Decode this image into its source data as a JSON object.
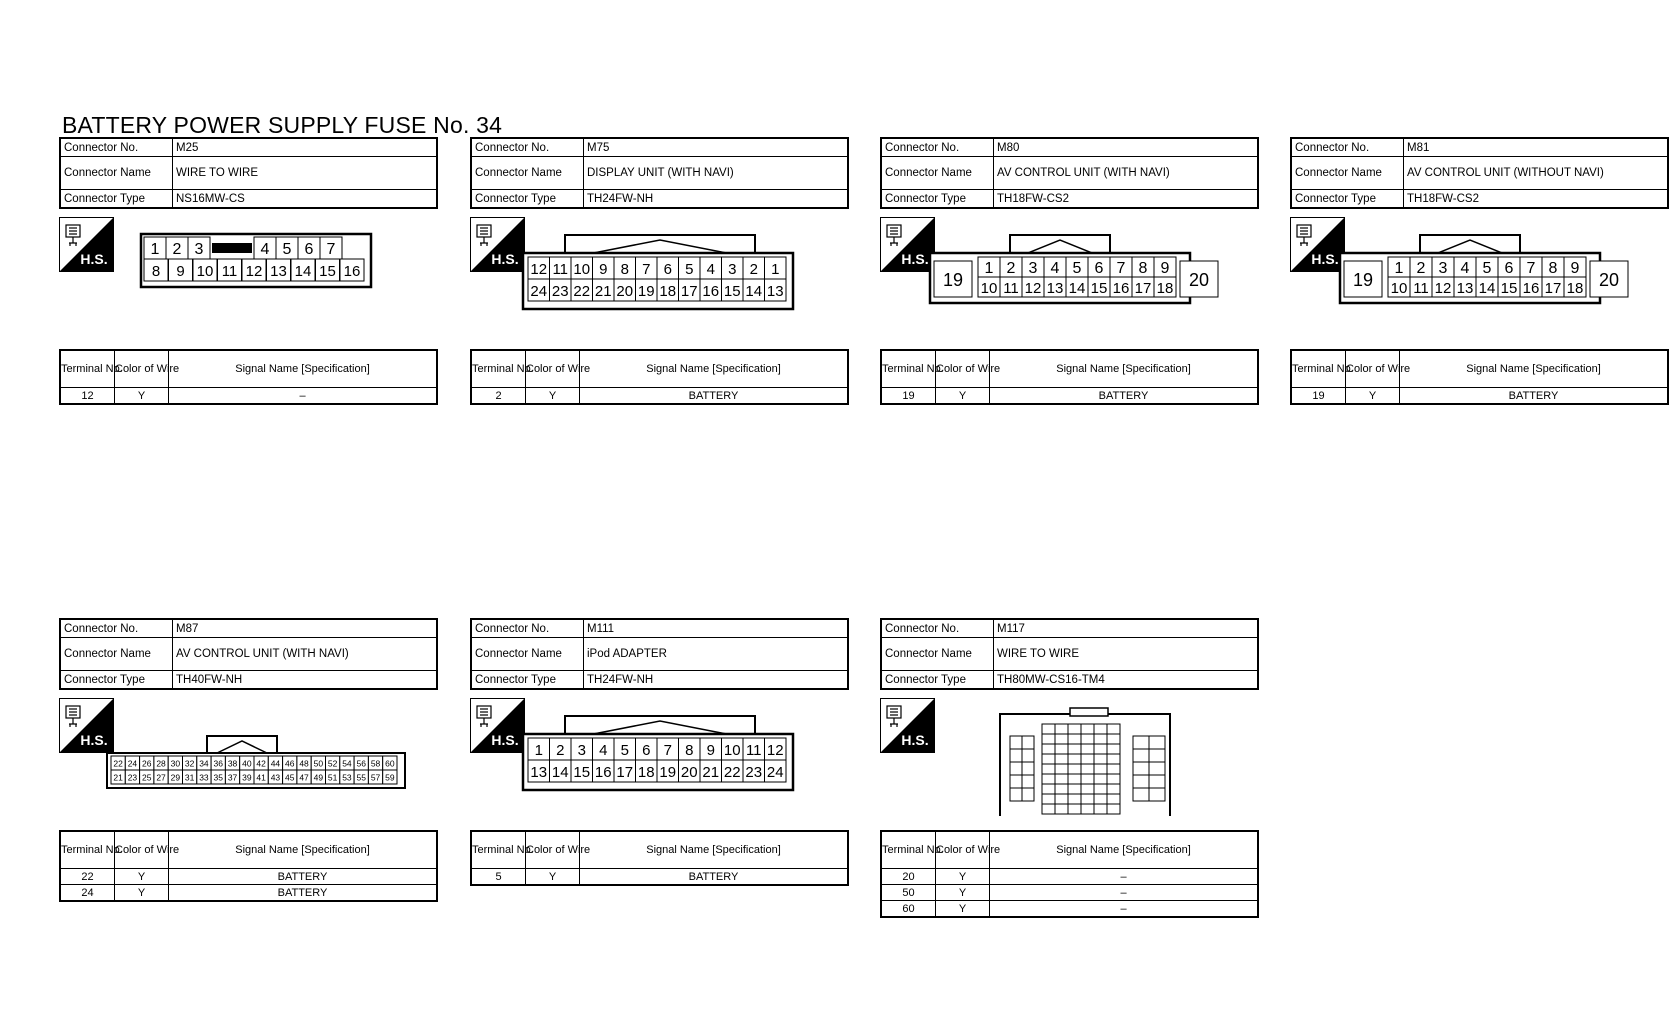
{
  "title": "BATTERY POWER SUPPLY FUSE No. 34",
  "labels": {
    "connector_no": "Connector No.",
    "connector_name": "Connector Name",
    "connector_type": "Connector Type",
    "terminal_no": "Terminal No.",
    "color_of_wire": "Color of Wire",
    "signal_name": "Signal Name [Specification]",
    "hs": "H.S."
  },
  "connectors": [
    {
      "no": "M25",
      "name": "WIRE TO WIRE",
      "type": "NS16MW-CS",
      "rows": [
        {
          "terminal": "12",
          "color": "Y",
          "signal": "–"
        }
      ]
    },
    {
      "no": "M75",
      "name": "DISPLAY UNIT (WITH NAVI)",
      "type": "TH24FW-NH",
      "rows": [
        {
          "terminal": "2",
          "color": "Y",
          "signal": "BATTERY"
        }
      ]
    },
    {
      "no": "M80",
      "name": "AV CONTROL UNIT (WITH NAVI)",
      "type": "TH18FW-CS2",
      "rows": [
        {
          "terminal": "19",
          "color": "Y",
          "signal": "BATTERY"
        }
      ]
    },
    {
      "no": "M81",
      "name": "AV CONTROL UNIT (WITHOUT NAVI)",
      "type": "TH18FW-CS2",
      "rows": [
        {
          "terminal": "19",
          "color": "Y",
          "signal": "BATTERY"
        }
      ]
    },
    {
      "no": "M87",
      "name": "AV CONTROL UNIT (WITH NAVI)",
      "type": "TH40FW-NH",
      "rows": [
        {
          "terminal": "22",
          "color": "Y",
          "signal": "BATTERY"
        },
        {
          "terminal": "24",
          "color": "Y",
          "signal": "BATTERY"
        }
      ]
    },
    {
      "no": "M111",
      "name": "iPod ADAPTER",
      "type": "TH24FW-NH",
      "rows": [
        {
          "terminal": "5",
          "color": "Y",
          "signal": "BATTERY"
        }
      ]
    },
    {
      "no": "M117",
      "name": "WIRE TO WIRE",
      "type": "TH80MW-CS16-TM4",
      "rows": [
        {
          "terminal": "20",
          "color": "Y",
          "signal": "–"
        },
        {
          "terminal": "50",
          "color": "Y",
          "signal": "–"
        },
        {
          "terminal": "60",
          "color": "Y",
          "signal": "–"
        }
      ]
    }
  ],
  "pinouts": {
    "ns16": {
      "top": [
        "1",
        "2",
        "3",
        "4",
        "5",
        "6",
        "7"
      ],
      "bottom": [
        "8",
        "9",
        "10",
        "11",
        "12",
        "13",
        "14",
        "15",
        "16"
      ]
    },
    "th24_m75": {
      "top": [
        "12",
        "11",
        "10",
        "9",
        "8",
        "7",
        "6",
        "5",
        "4",
        "3",
        "2",
        "1"
      ],
      "bottom": [
        "24",
        "23",
        "22",
        "21",
        "20",
        "19",
        "18",
        "17",
        "16",
        "15",
        "14",
        "13"
      ]
    },
    "th18": {
      "top": [
        "1",
        "2",
        "3",
        "4",
        "5",
        "6",
        "7",
        "8",
        "9"
      ],
      "bottom": [
        "10",
        "11",
        "12",
        "13",
        "14",
        "15",
        "16",
        "17",
        "18"
      ],
      "left": "19",
      "right": "20"
    },
    "th40": {
      "top": [
        "22",
        "24",
        "26",
        "28",
        "30",
        "32",
        "34",
        "36",
        "38",
        "40",
        "42",
        "44",
        "46",
        "48",
        "50",
        "52",
        "54",
        "56",
        "58",
        "60"
      ],
      "bottom": [
        "21",
        "23",
        "25",
        "27",
        "29",
        "31",
        "33",
        "35",
        "37",
        "39",
        "41",
        "43",
        "45",
        "47",
        "49",
        "51",
        "53",
        "55",
        "57",
        "59"
      ]
    },
    "th24_m111": {
      "top": [
        "1",
        "2",
        "3",
        "4",
        "5",
        "6",
        "7",
        "8",
        "9",
        "10",
        "11",
        "12"
      ],
      "bottom": [
        "13",
        "14",
        "15",
        "16",
        "17",
        "18",
        "19",
        "20",
        "21",
        "22",
        "23",
        "24"
      ]
    }
  }
}
